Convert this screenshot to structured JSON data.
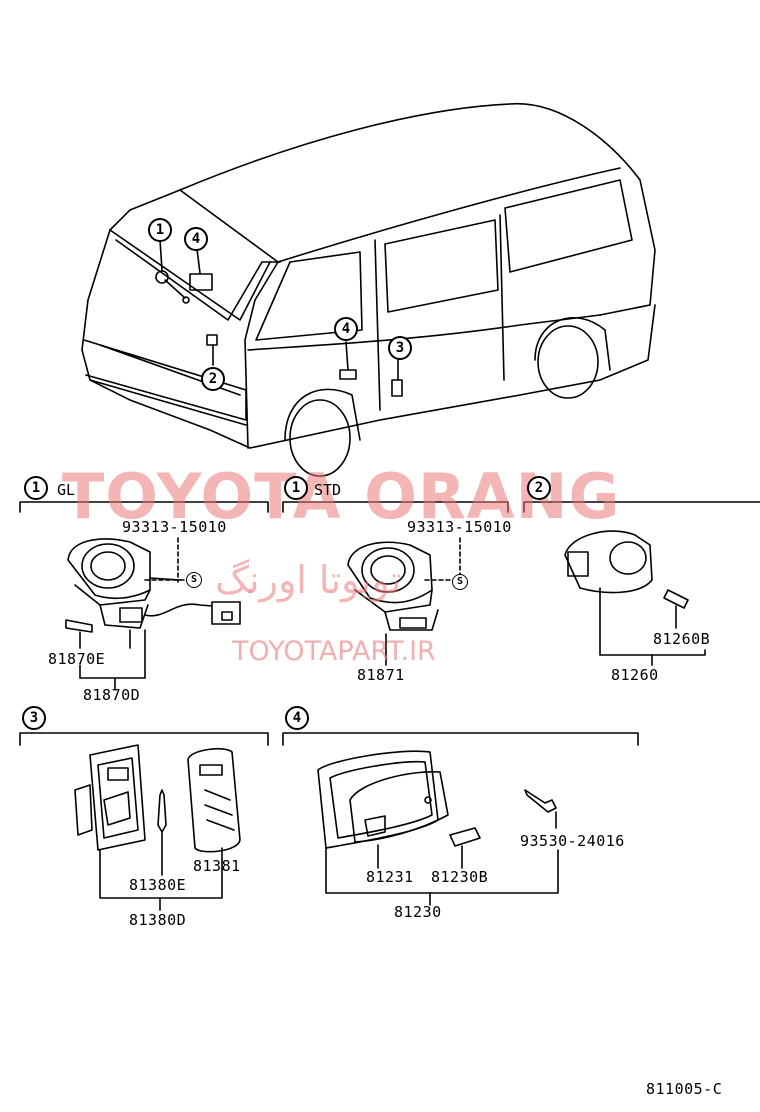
{
  "watermark": {
    "main": "TOYOTA ORANG",
    "site": "TOYOTAPART.IR",
    "persian": "تویوتا اورنگ"
  },
  "callouts": {
    "c1": "1",
    "c2": "2",
    "c3": "3",
    "c4": "4"
  },
  "sections": {
    "s1_gl": {
      "num": "1",
      "title": "GL"
    },
    "s1_std": {
      "num": "1",
      "title": "STD"
    },
    "s2": {
      "num": "2",
      "title": ""
    },
    "s3": {
      "num": "3",
      "title": ""
    },
    "s4": {
      "num": "4",
      "title": ""
    }
  },
  "parts": {
    "p93313_a": "93313-15010",
    "p93313_b": "93313-15010",
    "s_a": "S",
    "s_b": "S",
    "p81870E": "81870E",
    "p81870D": "81870D",
    "p81871": "81871",
    "p81260B": "81260B",
    "p81260": "81260",
    "p81381": "81381",
    "p81380E": "81380E",
    "p81380D": "81380D",
    "p93530": "93530-24016",
    "p81231": "81231",
    "p81230B": "81230B",
    "p81230": "81230"
  },
  "diagram_code": "811005-C"
}
